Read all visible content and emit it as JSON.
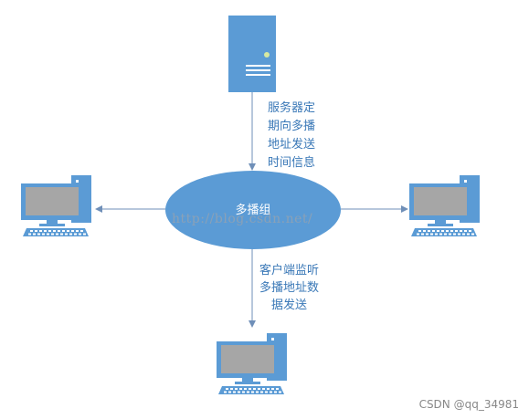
{
  "diagram": {
    "server_label": [
      "服务器定",
      "期向多播",
      "地址发送",
      "时间信息"
    ],
    "group_label": "多播组",
    "client_label": [
      "客户端监听",
      "多播地址数",
      "据发送"
    ],
    "watermark": "http://blog.csdn.net/",
    "footer": "CSDN @qq_34981"
  },
  "colors": {
    "accent": "#5b9bd5",
    "label_text": "#3a78b7",
    "screen_gray": "#a6a6a6",
    "arrow": "#6f8fb8"
  }
}
